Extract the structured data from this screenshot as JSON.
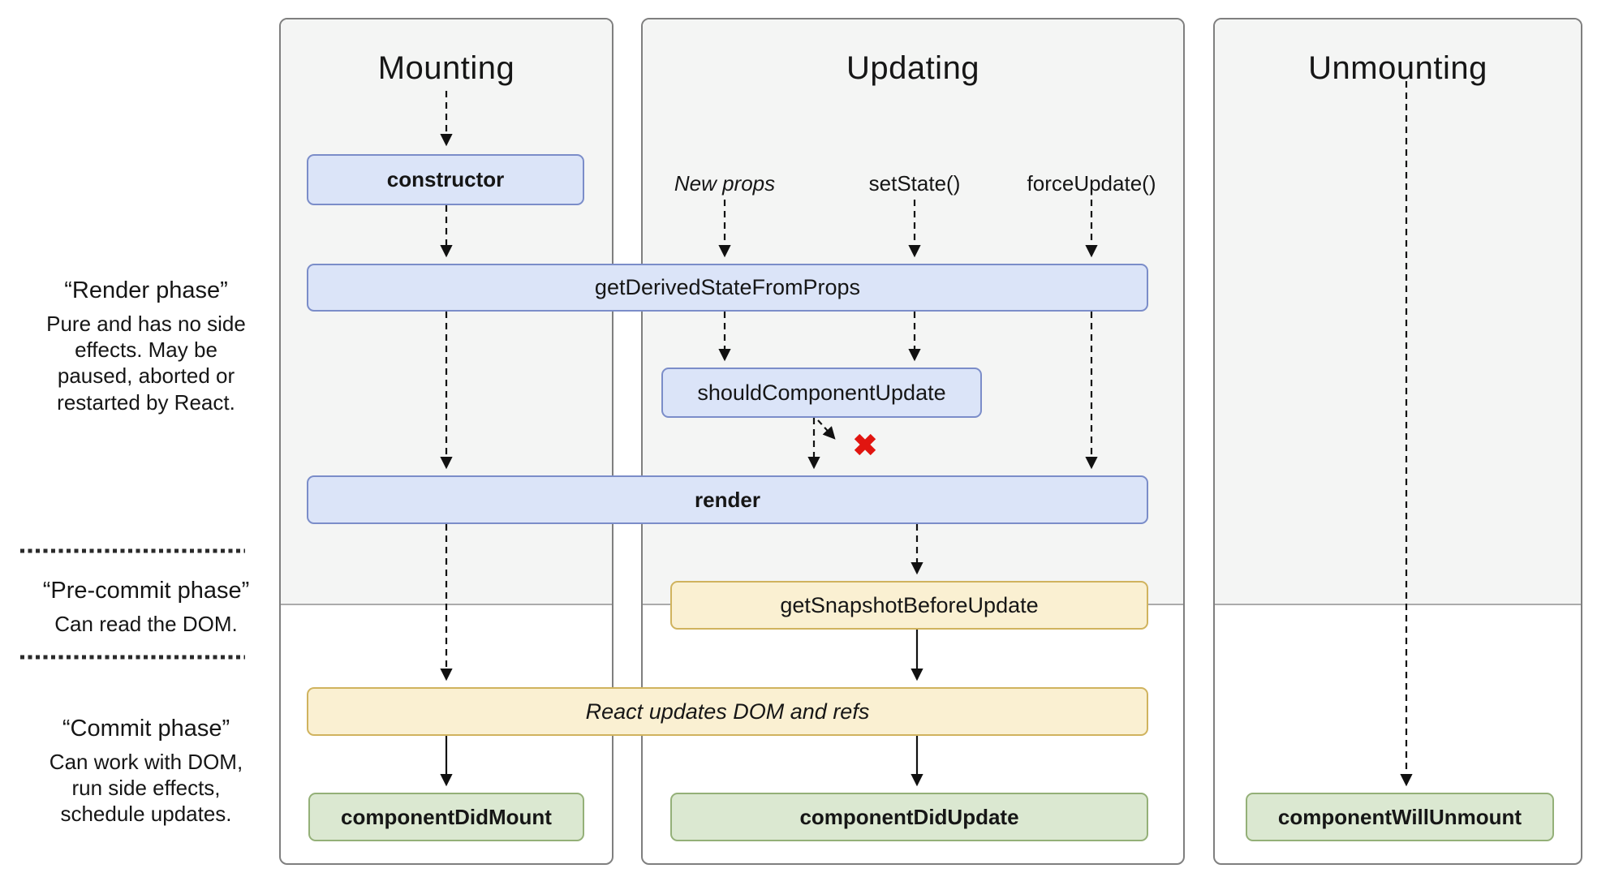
{
  "columns": [
    {
      "title": "Mounting"
    },
    {
      "title": "Updating"
    },
    {
      "title": "Unmounting"
    }
  ],
  "phases": {
    "render": {
      "title": "“Render phase”",
      "description": "Pure and has no side\neffects. May be\npaused, aborted or\nrestarted by React."
    },
    "pre_commit": {
      "title": "“Pre-commit phase”",
      "description": "Can read the DOM."
    },
    "commit": {
      "title": "“Commit phase”",
      "description": "Can work with DOM,\nrun side effects,\nschedule updates."
    }
  },
  "nodes": {
    "constructor": "constructor",
    "get_derived_state_from_props": "getDerivedStateFromProps",
    "should_component_update": "shouldComponentUpdate",
    "render": "render",
    "get_snapshot_before_update": "getSnapshotBeforeUpdate",
    "react_updates": "React updates DOM and refs",
    "component_did_mount": "componentDidMount",
    "component_did_update": "componentDidUpdate",
    "component_will_unmount": "componentWillUnmount"
  },
  "triggers": {
    "new_props": "New props",
    "set_state": "setState()",
    "force_update": "forceUpdate()"
  },
  "stop_icon": "✖",
  "colors": {
    "node_blue_fill": "#dbe4f8",
    "node_blue_border": "#7b8dc9",
    "node_yellow_fill": "#faf0d2",
    "node_yellow_border": "#d0b35e",
    "node_green_fill": "#dbe8d1",
    "node_green_border": "#94b078",
    "panel_shade": "#f4f5f4",
    "panel_border": "#7f7f7f",
    "shade_divider": "#ababab",
    "stop_red": "#e11510",
    "arrow_black": "#111111"
  }
}
